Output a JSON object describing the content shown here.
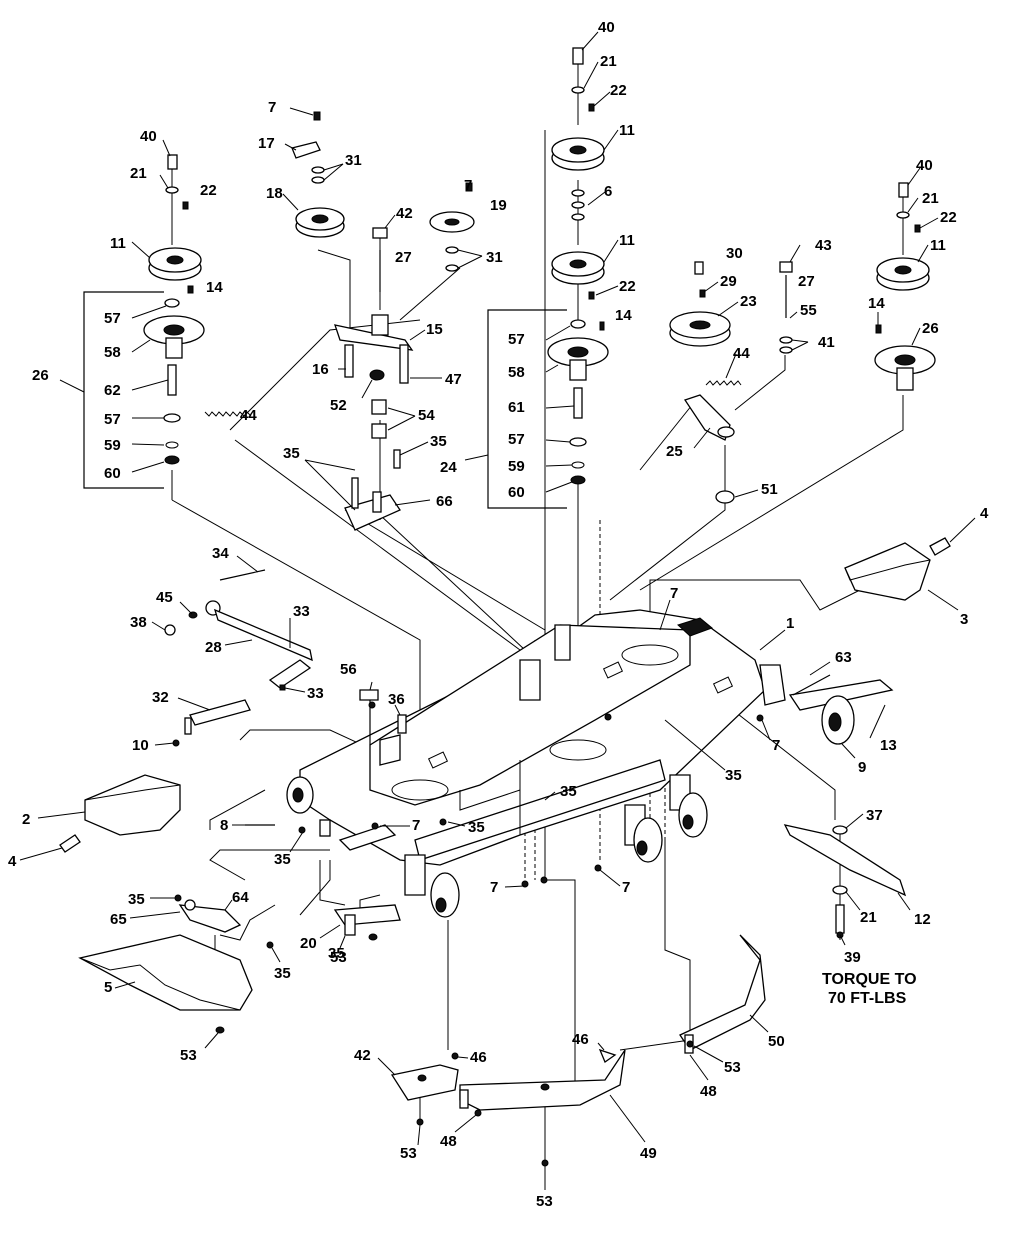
{
  "note": {
    "line1": "TORQUE TO",
    "line2": "70 FT-LBS"
  },
  "callouts": [
    {
      "id": "c40a",
      "text": "40"
    },
    {
      "id": "c21a",
      "text": "21"
    },
    {
      "id": "c22a",
      "text": "22"
    },
    {
      "id": "c11a",
      "text": "11"
    },
    {
      "id": "c6",
      "text": "6"
    },
    {
      "id": "c11b",
      "text": "11"
    },
    {
      "id": "c22b",
      "text": "22"
    },
    {
      "id": "c57a",
      "text": "57"
    },
    {
      "id": "c14a",
      "text": "14"
    },
    {
      "id": "c58a",
      "text": "58"
    },
    {
      "id": "c61",
      "text": "61"
    },
    {
      "id": "c57b",
      "text": "57"
    },
    {
      "id": "c59a",
      "text": "59"
    },
    {
      "id": "c60a",
      "text": "60"
    },
    {
      "id": "c24",
      "text": "24"
    },
    {
      "id": "c40b",
      "text": "40"
    },
    {
      "id": "c21b",
      "text": "21"
    },
    {
      "id": "c22c",
      "text": "22"
    },
    {
      "id": "c11c",
      "text": "11"
    },
    {
      "id": "c14b",
      "text": "14"
    },
    {
      "id": "c57c",
      "text": "57"
    },
    {
      "id": "c58b",
      "text": "58"
    },
    {
      "id": "c26a",
      "text": "26"
    },
    {
      "id": "c62",
      "text": "62"
    },
    {
      "id": "c57d",
      "text": "57"
    },
    {
      "id": "c59b",
      "text": "59"
    },
    {
      "id": "c60b",
      "text": "60"
    },
    {
      "id": "c7a",
      "text": "7"
    },
    {
      "id": "c17",
      "text": "17"
    },
    {
      "id": "c31a",
      "text": "31"
    },
    {
      "id": "c18",
      "text": "18"
    },
    {
      "id": "c42a",
      "text": "42"
    },
    {
      "id": "c7b",
      "text": "7"
    },
    {
      "id": "c19",
      "text": "19"
    },
    {
      "id": "c31b",
      "text": "31"
    },
    {
      "id": "c27a",
      "text": "27"
    },
    {
      "id": "c15",
      "text": "15"
    },
    {
      "id": "c16",
      "text": "16"
    },
    {
      "id": "c52",
      "text": "52"
    },
    {
      "id": "c47",
      "text": "47"
    },
    {
      "id": "c54",
      "text": "54"
    },
    {
      "id": "c44a",
      "text": "44"
    },
    {
      "id": "c35a",
      "text": "35"
    },
    {
      "id": "c35b",
      "text": "35"
    },
    {
      "id": "c66",
      "text": "66"
    },
    {
      "id": "c40c",
      "text": "40"
    },
    {
      "id": "c21c",
      "text": "21"
    },
    {
      "id": "c22d",
      "text": "22"
    },
    {
      "id": "c11d",
      "text": "11"
    },
    {
      "id": "c14c",
      "text": "14"
    },
    {
      "id": "c26b",
      "text": "26"
    },
    {
      "id": "c43",
      "text": "43"
    },
    {
      "id": "c27b",
      "text": "27"
    },
    {
      "id": "c55",
      "text": "55"
    },
    {
      "id": "c41",
      "text": "41"
    },
    {
      "id": "c30",
      "text": "30"
    },
    {
      "id": "c29",
      "text": "29"
    },
    {
      "id": "c23",
      "text": "23"
    },
    {
      "id": "c44b",
      "text": "44"
    },
    {
      "id": "c25",
      "text": "25"
    },
    {
      "id": "c51",
      "text": "51"
    },
    {
      "id": "c4a",
      "text": "4"
    },
    {
      "id": "c3",
      "text": "3"
    },
    {
      "id": "c7c",
      "text": "7"
    },
    {
      "id": "c1",
      "text": "1"
    },
    {
      "id": "c63",
      "text": "63"
    },
    {
      "id": "c13",
      "text": "13"
    },
    {
      "id": "c9",
      "text": "9"
    },
    {
      "id": "c7d",
      "text": "7"
    },
    {
      "id": "c35c",
      "text": "35"
    },
    {
      "id": "c37",
      "text": "37"
    },
    {
      "id": "c12",
      "text": "12"
    },
    {
      "id": "c21d",
      "text": "21"
    },
    {
      "id": "c39",
      "text": "39"
    },
    {
      "id": "c34",
      "text": "34"
    },
    {
      "id": "c45",
      "text": "45"
    },
    {
      "id": "c38",
      "text": "38"
    },
    {
      "id": "c33a",
      "text": "33"
    },
    {
      "id": "c28",
      "text": "28"
    },
    {
      "id": "c33b",
      "text": "33"
    },
    {
      "id": "c32",
      "text": "32"
    },
    {
      "id": "c10",
      "text": "10"
    },
    {
      "id": "c56",
      "text": "56"
    },
    {
      "id": "c36",
      "text": "36"
    },
    {
      "id": "c2",
      "text": "2"
    },
    {
      "id": "c4b",
      "text": "4"
    },
    {
      "id": "c8",
      "text": "8"
    },
    {
      "id": "c7e",
      "text": "7"
    },
    {
      "id": "c35d",
      "text": "35"
    },
    {
      "id": "c35e",
      "text": "35"
    },
    {
      "id": "c35f",
      "text": "35"
    },
    {
      "id": "c35g",
      "text": "35"
    },
    {
      "id": "c7f",
      "text": "7"
    },
    {
      "id": "c7g",
      "text": "7"
    },
    {
      "id": "c35h",
      "text": "35"
    },
    {
      "id": "c65",
      "text": "65"
    },
    {
      "id": "c64",
      "text": "64"
    },
    {
      "id": "c35i",
      "text": "35"
    },
    {
      "id": "c20",
      "text": "20"
    },
    {
      "id": "c53a",
      "text": "53"
    },
    {
      "id": "c5",
      "text": "5"
    },
    {
      "id": "c53b",
      "text": "53"
    },
    {
      "id": "c42b",
      "text": "42"
    },
    {
      "id": "c46a",
      "text": "46"
    },
    {
      "id": "c53c",
      "text": "53"
    },
    {
      "id": "c48a",
      "text": "48"
    },
    {
      "id": "c49",
      "text": "49"
    },
    {
      "id": "c53d",
      "text": "53"
    },
    {
      "id": "c46b",
      "text": "46"
    },
    {
      "id": "c53e",
      "text": "53"
    },
    {
      "id": "c48b",
      "text": "48"
    },
    {
      "id": "c50",
      "text": "50"
    }
  ]
}
